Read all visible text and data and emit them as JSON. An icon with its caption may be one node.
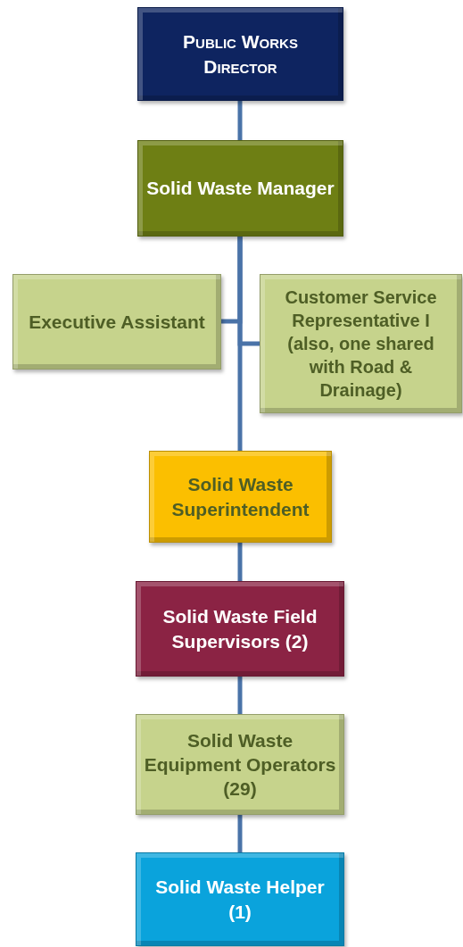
{
  "diagram": {
    "nodes": [
      {
        "text": [
          "Public Works Director"
        ]
      },
      {
        "text": [
          "Solid Waste Manager"
        ]
      },
      {
        "text": [
          "Executive Assistant"
        ]
      },
      {
        "text": [
          "Customer Service Representative I (also, one shared with Road & Drainage)"
        ]
      },
      {
        "text": [
          "Solid Waste Superintendent"
        ]
      },
      {
        "text": [
          "Solid Waste Field Supervisors (2)"
        ]
      },
      {
        "text": [
          "Solid Waste Equipment Operators (29)"
        ]
      },
      {
        "text": [
          "Solid Waste Helper (1)"
        ]
      }
    ],
    "edges": [
      {
        "from": 0,
        "to": 1,
        "arrow": "none"
      },
      {
        "from": 1,
        "to": 2,
        "arrow": "none"
      },
      {
        "from": 1,
        "to": 3,
        "arrow": "none"
      },
      {
        "from": 1,
        "to": 4,
        "arrow": "none"
      },
      {
        "from": 4,
        "to": 5,
        "arrow": "none"
      },
      {
        "from": 5,
        "to": 6,
        "arrow": "none"
      },
      {
        "from": 6,
        "to": 7,
        "arrow": "none"
      }
    ]
  }
}
